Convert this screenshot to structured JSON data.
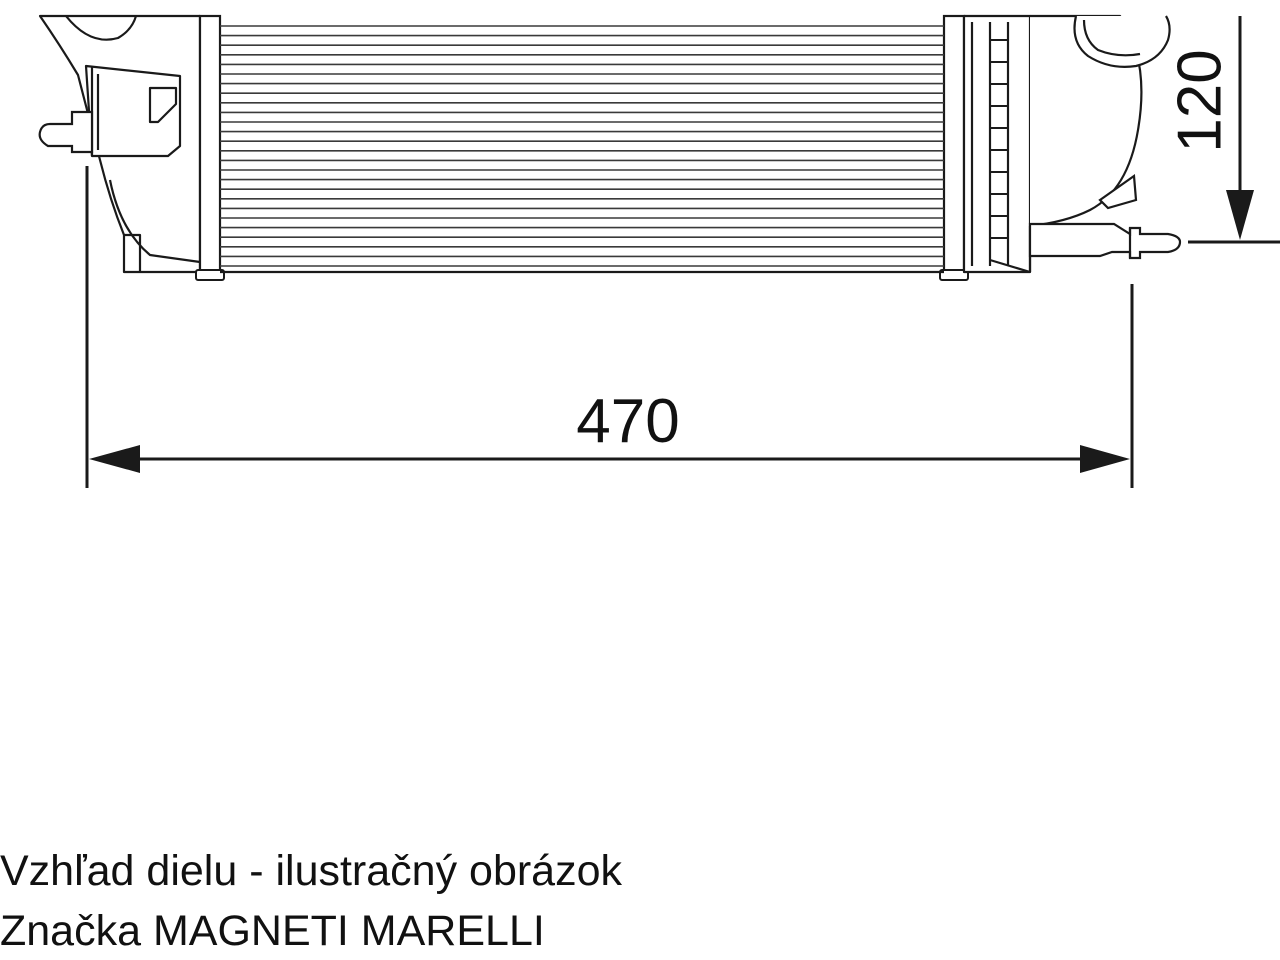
{
  "diagram": {
    "dimension_width_label": "470",
    "dimension_height_label": "120"
  },
  "caption": {
    "line1": "Vzhľad dielu - ilustračný obrázok",
    "line2": "Značka MAGNETI MARELLI"
  }
}
